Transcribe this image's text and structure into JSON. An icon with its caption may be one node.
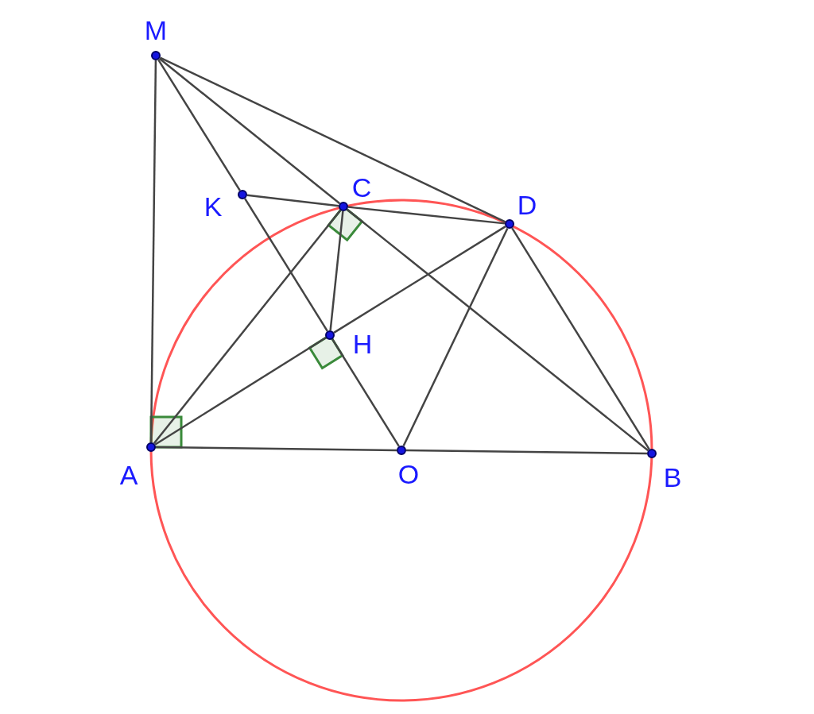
{
  "diagram": {
    "nodes": [
      {
        "text": [],
        "shape": "circle",
        "beside": [
          "M"
        ]
      },
      {
        "text": [],
        "shape": "circle",
        "beside": [
          "K"
        ]
      },
      {
        "text": [],
        "shape": "circle",
        "beside": [
          "C"
        ]
      },
      {
        "text": [],
        "shape": "circle",
        "beside": [
          "D"
        ]
      },
      {
        "text": [],
        "shape": "circle",
        "beside": [
          "H"
        ]
      },
      {
        "text": [],
        "shape": "circle",
        "beside": [
          "A"
        ]
      },
      {
        "text": [],
        "shape": "circle",
        "beside": [
          "O"
        ]
      },
      {
        "text": [],
        "shape": "circle",
        "beside": [
          "B"
        ]
      }
    ],
    "edges": [
      {
        "from": 0,
        "to": 5,
        "arrow": "none"
      },
      {
        "from": 0,
        "to": 3,
        "arrow": "none"
      },
      {
        "from": 0,
        "to": 2,
        "arrow": "none"
      },
      {
        "from": 2,
        "to": 7,
        "arrow": "none"
      },
      {
        "from": 0,
        "to": 1,
        "arrow": "none"
      },
      {
        "from": 1,
        "to": 4,
        "arrow": "none"
      },
      {
        "from": 4,
        "to": 6,
        "arrow": "none"
      },
      {
        "from": 1,
        "to": 2,
        "arrow": "none"
      },
      {
        "from": 2,
        "to": 3,
        "arrow": "none"
      },
      {
        "from": 5,
        "to": 2,
        "arrow": "none"
      },
      {
        "from": 5,
        "to": 4,
        "arrow": "none"
      },
      {
        "from": 4,
        "to": 3,
        "arrow": "none"
      },
      {
        "from": 2,
        "to": 4,
        "arrow": "none"
      },
      {
        "from": 5,
        "to": 6,
        "arrow": "none"
      },
      {
        "from": 6,
        "to": 7,
        "arrow": "none"
      },
      {
        "from": 6,
        "to": 3,
        "arrow": "none"
      },
      {
        "from": 3,
        "to": 7,
        "arrow": "none"
      }
    ]
  }
}
